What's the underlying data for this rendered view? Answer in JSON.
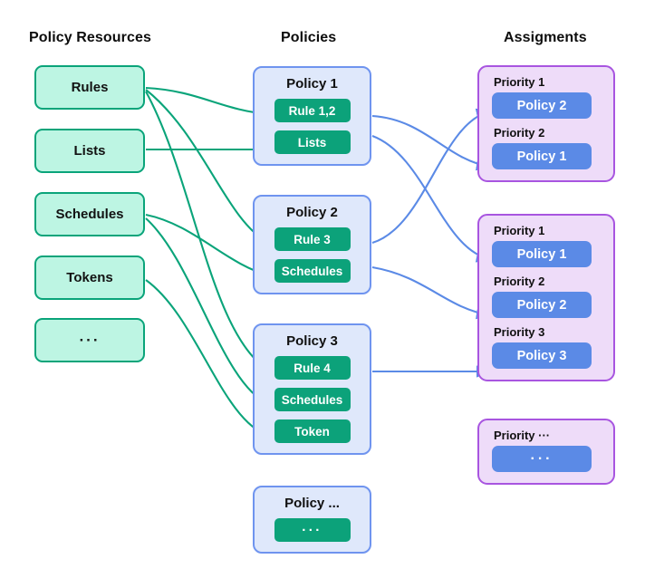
{
  "diagram": {
    "title": "Policy Resources / Policies / Assignments relationship diagram",
    "columns": {
      "resources_title": "Policy Resources",
      "policies_title": "Policies",
      "assignments_title": "Assigments"
    },
    "colors": {
      "resource_fill": "#bdf5e3",
      "resource_stroke": "#0aa47a",
      "policy_fill": "#dfe8fb",
      "policy_stroke": "#6f94ef",
      "policy_chip": "#0ca27a",
      "assignment_fill": "#eedcf9",
      "assignment_stroke": "#a855e0",
      "assignment_chip": "#5b8ae6",
      "green_arrow": "#0aa47a",
      "blue_arrow": "#5b8ae6",
      "text": "#101010",
      "background": "#ffffff"
    }
  },
  "resources": [
    {
      "label": "Rules"
    },
    {
      "label": "Lists"
    },
    {
      "label": "Schedules"
    },
    {
      "label": "Tokens"
    },
    {
      "label": "···"
    }
  ],
  "policies": [
    {
      "title": "Policy 1",
      "chips": [
        {
          "label": "Rule 1,2"
        },
        {
          "label": "Lists"
        }
      ]
    },
    {
      "title": "Policy 2",
      "chips": [
        {
          "label": "Rule 3"
        },
        {
          "label": "Schedules"
        }
      ]
    },
    {
      "title": "Policy 3",
      "chips": [
        {
          "label": "Rule 4"
        },
        {
          "label": "Schedules"
        },
        {
          "label": "Token"
        }
      ]
    },
    {
      "title": "Policy ...",
      "chips": [
        {
          "label": "···"
        }
      ]
    }
  ],
  "assignments": [
    {
      "entries": [
        {
          "priority": "Priority 1",
          "policy": "Policy 2"
        },
        {
          "priority": "Priority 2",
          "policy": "Policy 1"
        }
      ]
    },
    {
      "entries": [
        {
          "priority": "Priority 1",
          "policy": "Policy 1"
        },
        {
          "priority": "Priority 2",
          "policy": "Policy 2"
        },
        {
          "priority": "Priority 3",
          "policy": "Policy 3"
        }
      ]
    },
    {
      "entries": [
        {
          "priority": "Priority ···",
          "policy": "···"
        }
      ]
    }
  ]
}
